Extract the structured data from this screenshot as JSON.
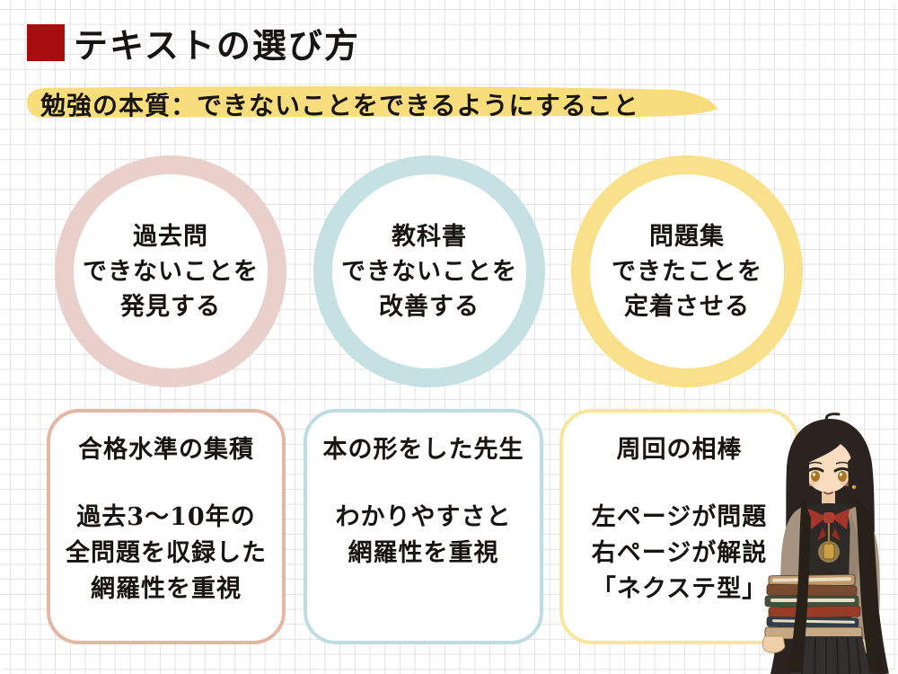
{
  "header": {
    "title": "テキストの選び方",
    "subtitle": "勉強の本質：できないことをできるようにすること"
  },
  "colors": {
    "accent_red": "#a80d0d",
    "highlight_yellow": "#f8dd7d",
    "grid_line": "#e3e3e3",
    "text": "#171513"
  },
  "circles": [
    {
      "name": "kakomon",
      "ring_color": "#e9d0ca",
      "lines": [
        "過去問",
        "できないことを",
        "発見する"
      ]
    },
    {
      "name": "kyokasho",
      "ring_color": "#c5e1e3",
      "lines": [
        "教科書",
        "できないことを",
        "改善する"
      ]
    },
    {
      "name": "mondaishu",
      "ring_color": "#f8e18a",
      "lines": [
        "問題集",
        "できたことを",
        "定着させる"
      ]
    }
  ],
  "cards": [
    {
      "name": "kakomon-detail",
      "border_color": "#e3b7a4",
      "heading": "合格水準の集積",
      "lines": [
        "過去3〜10年の",
        "全問題を収録した",
        "網羅性を重視"
      ]
    },
    {
      "name": "kyokasho-detail",
      "border_color": "#bedde3",
      "heading": "本の形をした先生",
      "lines": [
        "わかりやすさと",
        "網羅性を重視"
      ]
    },
    {
      "name": "mondaishu-detail",
      "border_color": "#f8e59e",
      "heading": "周回の相棒",
      "lines": [
        "左ページが問題",
        "右ページが解説",
        "「ネクステ型」"
      ]
    }
  ],
  "illustration": {
    "name": "student-girl-holding-book-stack",
    "description": "anime schoolgirl with long black hair, red bow, beige blazer, holding a stack of books"
  }
}
